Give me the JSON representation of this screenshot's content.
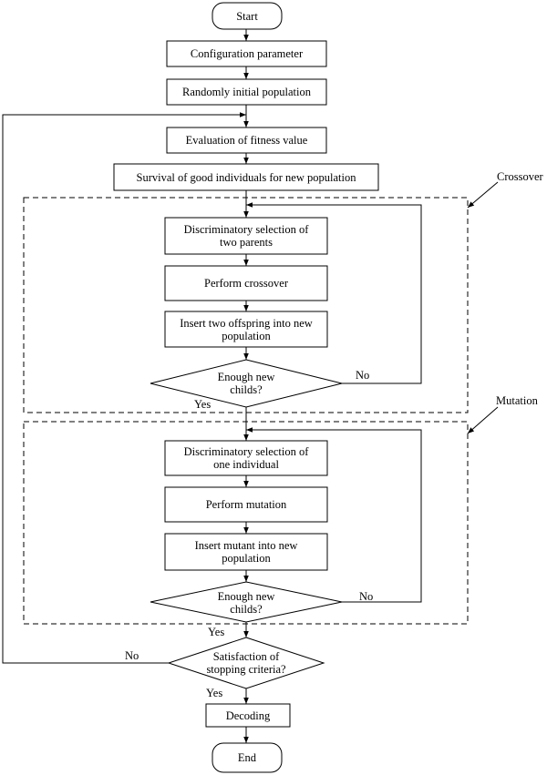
{
  "nodes": {
    "start": "Start",
    "config": "Configuration parameter",
    "init_pop": "Randomly initial population",
    "fitness": "Evaluation of fitness value",
    "survival": "Survival of good individuals for new population",
    "select_parents": "Discriminatory selection of\ntwo parents",
    "crossover": "Perform crossover",
    "insert_offspring": "Insert two offspring into new\npopulation",
    "enough_1": "Enough new\nchilds?",
    "select_individual": "Discriminatory selection of\none individual",
    "mutation": "Perform mutation",
    "insert_mutant": "Insert mutant into new\npopulation",
    "enough_2": "Enough new\nchilds?",
    "stopping": "Satisfaction of\nstopping criteria?",
    "decoding": "Decoding",
    "end": "End"
  },
  "labels": {
    "crossover_group": "Crossover",
    "mutation_group": "Mutation",
    "no_1": "No",
    "yes_1": "Yes",
    "no_2": "No",
    "yes_2": "Yes",
    "no_3": "No",
    "yes_3": "Yes"
  }
}
